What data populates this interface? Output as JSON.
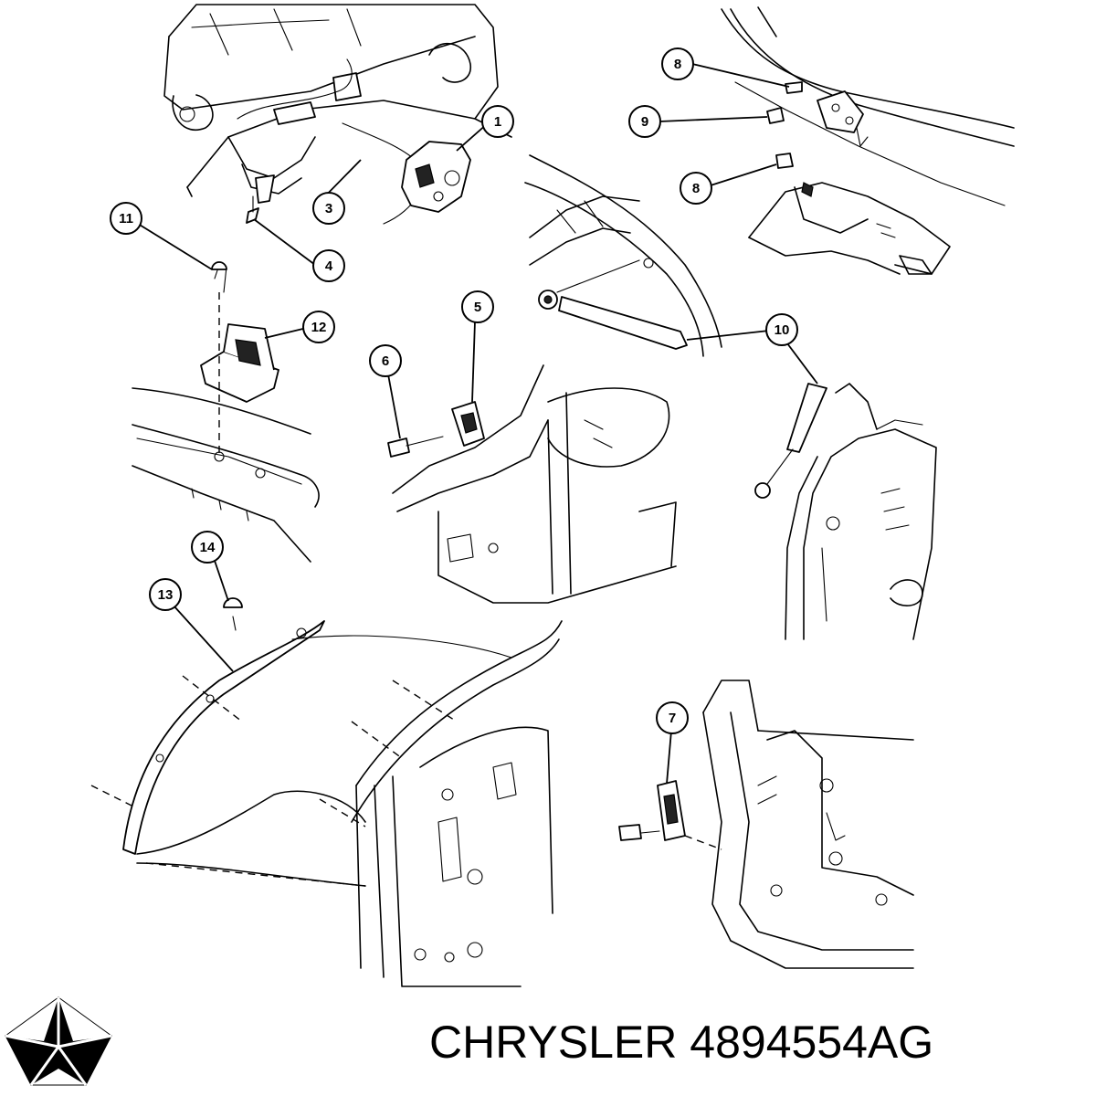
{
  "diagram": {
    "callouts": [
      {
        "id": "c1",
        "label": "1"
      },
      {
        "id": "c3",
        "label": "3"
      },
      {
        "id": "c4",
        "label": "4"
      },
      {
        "id": "c5",
        "label": "5"
      },
      {
        "id": "c6",
        "label": "6"
      },
      {
        "id": "c7",
        "label": "7"
      },
      {
        "id": "c8a",
        "label": "8"
      },
      {
        "id": "c8b",
        "label": "8"
      },
      {
        "id": "c9",
        "label": "9"
      },
      {
        "id": "c10",
        "label": "10"
      },
      {
        "id": "c11",
        "label": "11"
      },
      {
        "id": "c12",
        "label": "12"
      },
      {
        "id": "c13",
        "label": "13"
      },
      {
        "id": "c14",
        "label": "14"
      }
    ]
  },
  "caption": {
    "text": "CHRYSLER 4894554AG"
  },
  "colors": {
    "ink": "#000000",
    "background": "#ffffff"
  },
  "icons": {
    "brand_logo": "chrysler-pentastar-icon"
  }
}
